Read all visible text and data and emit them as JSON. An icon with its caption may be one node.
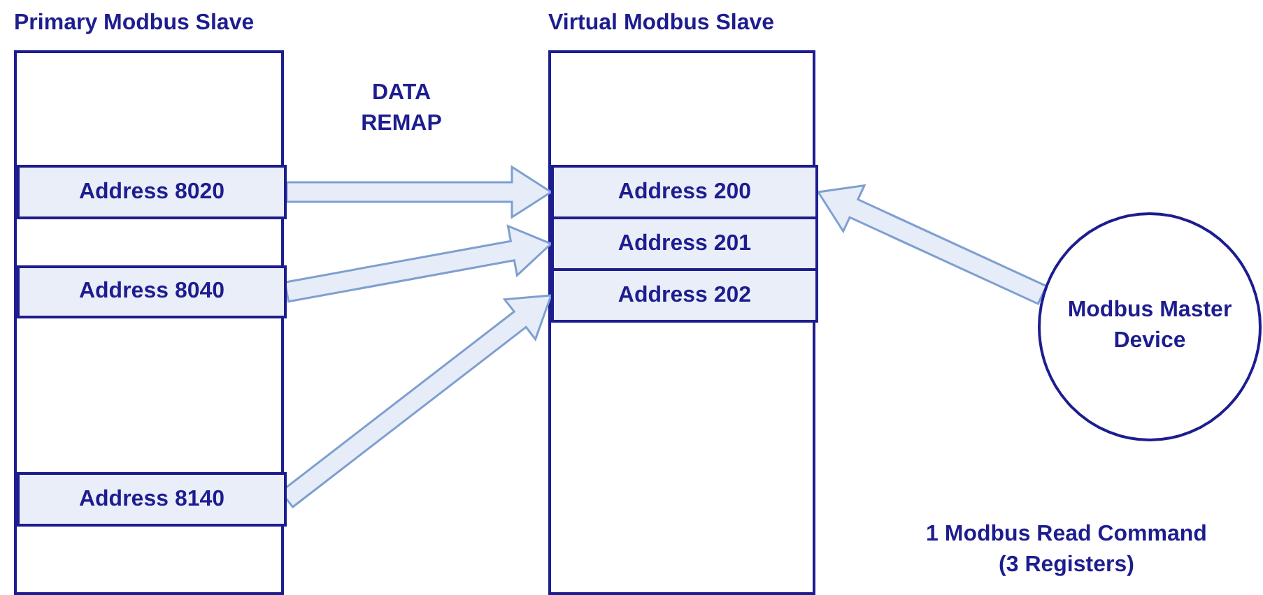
{
  "diagram": {
    "nodes": [
      {
        "text": [
          "Primary Modbus Slave"
        ]
      },
      {
        "text": [
          "Address 8020"
        ],
        "in": 0
      },
      {
        "text": [
          "Address 8040"
        ],
        "in": 0
      },
      {
        "text": [
          "Address 8140"
        ],
        "in": 0
      },
      {
        "text": [
          "Virtual Modbus Slave"
        ]
      },
      {
        "text": [
          "Address 200"
        ],
        "in": 4
      },
      {
        "text": [
          "Address 201"
        ],
        "in": 4
      },
      {
        "text": [
          "Address 202"
        ],
        "in": 4
      },
      {
        "text": [
          "Modbus Master Device"
        ]
      }
    ],
    "edges": [
      {
        "from": 1,
        "to": 5,
        "arrow": "to"
      },
      {
        "from": 2,
        "to": 6,
        "arrow": "to"
      },
      {
        "from": 3,
        "to": 7,
        "arrow": "to"
      },
      {
        "from": 8,
        "to": 5,
        "arrow": "to"
      }
    ],
    "labels": [
      "DATA REMAP",
      "1 Modbus Read Command (3 Registers)"
    ]
  }
}
